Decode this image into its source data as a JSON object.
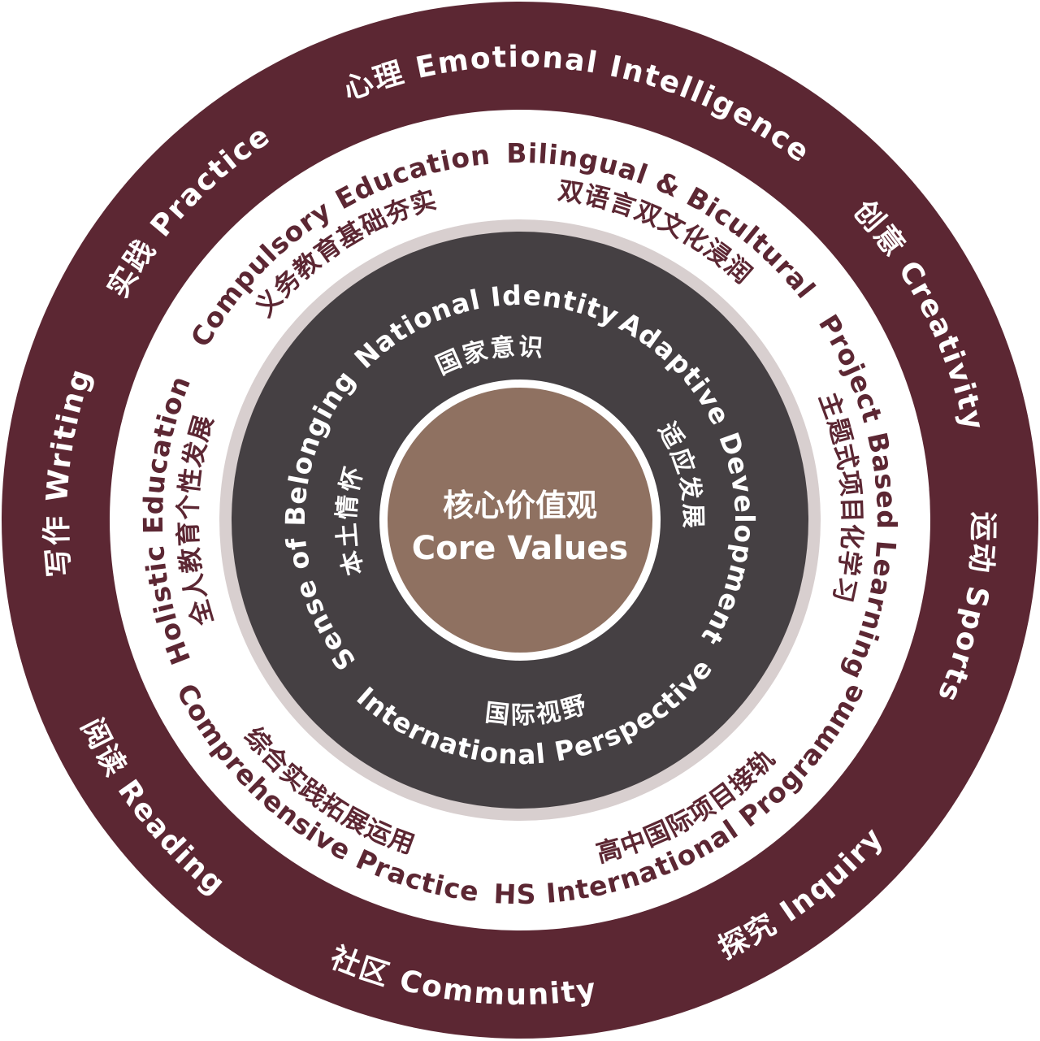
{
  "colors": {
    "outer_ring": "#5c2733",
    "middle_ring": "#ffffff",
    "separator_ring": "#d8cfcf",
    "inner_ring": "#454043",
    "core": "#8f7161",
    "outer_text": "#ffffff",
    "middle_text": "#5c2733",
    "inner_text": "#ffffff"
  },
  "core": {
    "label_zh": "核心价值观",
    "label_en": "Core Values"
  },
  "outer_ring": [
    {
      "label": "心理 Emotional Intelligence",
      "angle": 8,
      "style": "top"
    },
    {
      "label": "创意 Creativity",
      "angle": 63,
      "style": "top"
    },
    {
      "label": "运动 Sports",
      "angle": 101,
      "style": "top"
    },
    {
      "label": "探究 Inquiry",
      "angle": 143,
      "style": "bottom"
    },
    {
      "label": "社区 Community",
      "angle": 187,
      "style": "bottom"
    },
    {
      "label": "阅读 Reading",
      "angle": 232,
      "style": "bottom"
    },
    {
      "label": "写作 Writing",
      "angle": 276,
      "style": "top"
    },
    {
      "label": "实践 Practice",
      "angle": 313,
      "style": "top"
    }
  ],
  "middle_ring": [
    {
      "en": "Compulsory Education",
      "zh": "义务教育基础夯实",
      "angle": 327,
      "style": "top"
    },
    {
      "en": "Bilingual & Bicultural",
      "zh": "双语言双文化浸润",
      "angle": 25,
      "style": "top"
    },
    {
      "en": "Project Based Learning",
      "zh": "主题式项目化学习",
      "angle": 86,
      "style": "top"
    },
    {
      "en": "HS International Programme",
      "zh": "高中国际项目接轨",
      "angle": 150,
      "style": "bottom"
    },
    {
      "en": "Comprehensive Practice",
      "zh": "综合实践拓展运用",
      "angle": 215,
      "style": "bottom"
    },
    {
      "en": "Holistic Education",
      "zh": "全人教育个性发展",
      "angle": 270,
      "style": "top"
    }
  ],
  "inner_ring": [
    {
      "en": "National Identity",
      "zh": "国家意识",
      "angle": 350,
      "style": "top"
    },
    {
      "en": "Adaptive Development",
      "zh": "适应发展",
      "angle": 75,
      "style": "top"
    },
    {
      "en": "International Perspective",
      "zh": "国际视野",
      "angle": 175,
      "style": "bottom"
    },
    {
      "en": "Sense of Belonging",
      "zh": "本土情怀",
      "angle": 270,
      "style": "top"
    }
  ]
}
